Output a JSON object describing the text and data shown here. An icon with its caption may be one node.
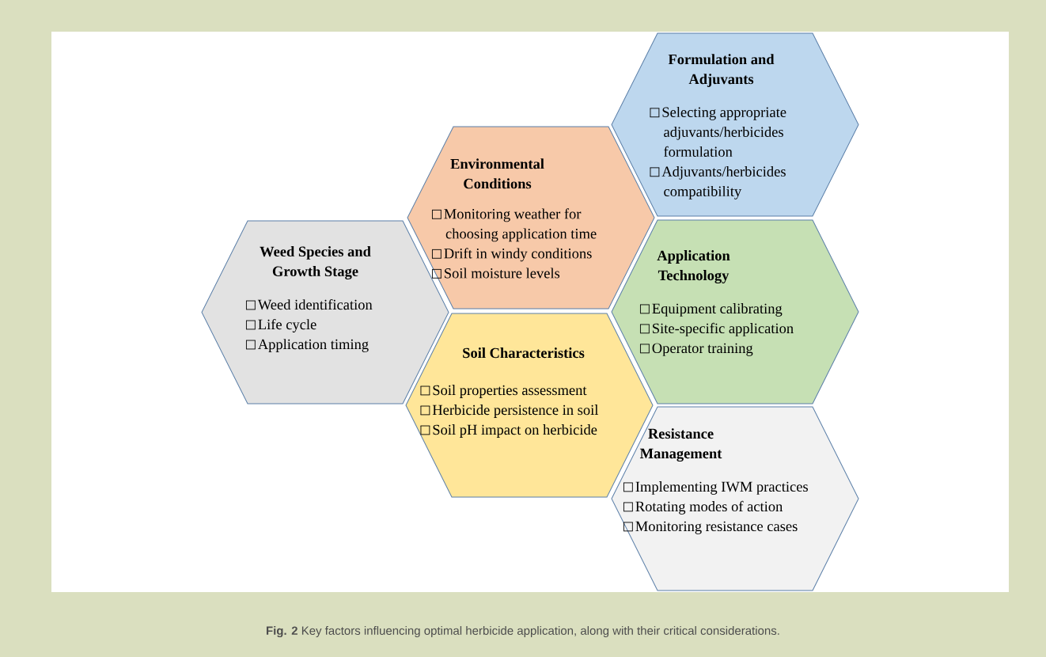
{
  "diagram": {
    "caption": "**Fig. 2** Key factors influencing optimal herbicide application, along with their critical considerations.",
    "nodes": [
      {
        "text": [
          "Weed Species and Growth Stage",
          "Weed identification",
          "Life cycle",
          "Application timing"
        ]
      },
      {
        "text": [
          "Environmental Conditions",
          "Monitoring weather for choosing application time",
          "Drift in windy conditions",
          "Soil moisture levels"
        ]
      },
      {
        "text": [
          "Formulation and Adjuvants",
          "Selecting appropriate adjuvants/herbicides formulation",
          "Adjuvants/herbicides compatibility"
        ]
      },
      {
        "text": [
          "Application Technology",
          "Equipment calibrating",
          "Site-specific application",
          "Operator training"
        ]
      },
      {
        "text": [
          "Soil Characteristics",
          "Soil properties assessment",
          "Herbicide persistence in soil",
          "Soil pH impact on herbicide"
        ]
      },
      {
        "text": [
          "Resistance Management",
          "Implementing IWM practices",
          "Rotating modes of action",
          "Monitoring resistance cases"
        ]
      }
    ]
  }
}
